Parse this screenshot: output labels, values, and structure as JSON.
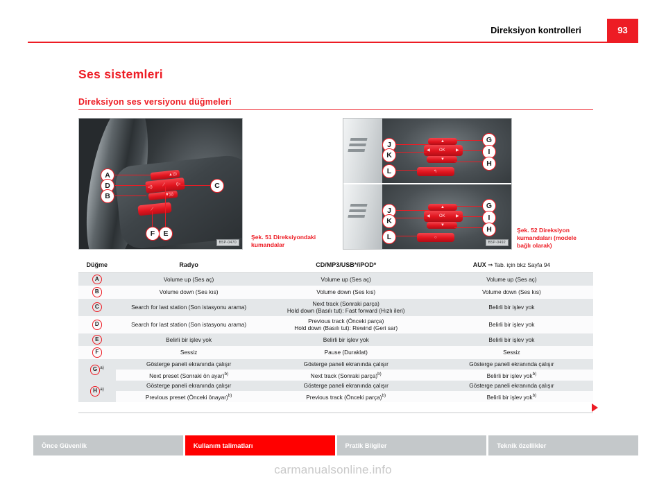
{
  "header": {
    "title": "Direksiyon kontrolleri",
    "page_number": "93"
  },
  "titles": {
    "chapter": "Ses sistemleri",
    "section": "Direksiyon ses versiyonu düğmeleri"
  },
  "figures": [
    {
      "id": "fig-51",
      "caption_label": "Şek. 51",
      "caption_text": "Direksiyondaki kumandalar",
      "image_code": "B5P-0470",
      "callouts": [
        "A",
        "D",
        "B",
        "C",
        "E",
        "F"
      ]
    },
    {
      "id": "fig-52",
      "caption_label": "Şek. 52",
      "caption_text": "Direksiyon kumandaları (modele bağlı olarak)",
      "image_code": "B5P-0492",
      "callouts": [
        "J",
        "K",
        "L",
        "G",
        "I",
        "H"
      ]
    }
  ],
  "table": {
    "headers": {
      "button": "Düğme",
      "radio": "Radyo",
      "cd": "CD/MP3/USB*/iPOD*",
      "aux_label": "AUX",
      "aux_note": "⇒ Tab. için bkz Sayfa 94"
    },
    "rows": [
      {
        "button": "A",
        "footnote": "",
        "lines": [
          {
            "radio": "Volume up (Ses aç)",
            "cd": "Volume up (Ses aç)",
            "aux": "Volume up (Ses aç)"
          }
        ]
      },
      {
        "button": "B",
        "footnote": "",
        "lines": [
          {
            "radio": "Volume down (Ses kıs)",
            "cd": "Volume down (Ses kıs)",
            "aux": "Volume down (Ses kıs)"
          }
        ]
      },
      {
        "button": "C",
        "footnote": "",
        "lines": [
          {
            "radio": "Search for last station (Son istasyonu arama)",
            "cd": "Next track (Sonraki parça)\nHold down (Basılı tut): Fast forward (Hızlı ileri)",
            "aux": "Belirli bir işlev yok"
          }
        ]
      },
      {
        "button": "D",
        "footnote": "",
        "lines": [
          {
            "radio": "Search for last station (Son istasyonu arama)",
            "cd": "Previous track (Önceki parça)\nHold down (Basılı tut): Rewind (Geri sar)",
            "aux": "Belirli bir işlev yok"
          }
        ]
      },
      {
        "button": "E",
        "footnote": "",
        "lines": [
          {
            "radio": "Belirli bir işlev yok",
            "cd": "Belirli bir işlev yok",
            "aux": "Belirli bir işlev yok"
          }
        ]
      },
      {
        "button": "F",
        "footnote": "",
        "lines": [
          {
            "radio": "Sessiz",
            "cd": "Pause (Duraklat)",
            "aux": "Sessiz"
          }
        ]
      },
      {
        "button": "G",
        "footnote": "a)",
        "lines": [
          {
            "radio": "Gösterge paneli ekranında çalışır",
            "cd": "Gösterge paneli ekranında çalışır",
            "aux": "Gösterge paneli ekranında çalışır"
          },
          {
            "radio": "Next preset (Sonraki ön ayar)",
            "radio_sup": "b)",
            "cd": "Next track (Sonraki parça)",
            "cd_sup": "b)",
            "aux": "Belirli bir işlev yok",
            "aux_sup": "b)"
          }
        ]
      },
      {
        "button": "H",
        "footnote": "a)",
        "lines": [
          {
            "radio": "Gösterge paneli ekranında çalışır",
            "cd": "Gösterge paneli ekranında çalışır",
            "aux": "Gösterge paneli ekranında çalışır"
          },
          {
            "radio": "Previous preset (Önceki önayar)",
            "radio_sup": "b)",
            "cd": "Previous track (Önceki parça)",
            "cd_sup": "b)",
            "aux": "Belirli bir işlev yok",
            "aux_sup": "b)"
          }
        ]
      }
    ]
  },
  "footer": {
    "tabs": [
      {
        "label": "Önce Güvenlik",
        "active": false
      },
      {
        "label": "Kullanım talimatları",
        "active": true
      },
      {
        "label": "Pratik Bilgiler",
        "active": false
      },
      {
        "label": "Teknik özellikler",
        "active": false
      }
    ]
  },
  "watermark": "carmanualsonline.info",
  "colors": {
    "brand_red": "#ED1C24",
    "footer_active": "#FF0000",
    "footer_inactive": "#c4c8ca",
    "row_shade": "#e4e7e9"
  }
}
